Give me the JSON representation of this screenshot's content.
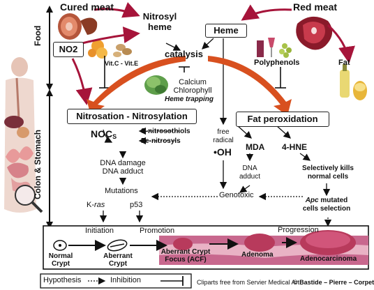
{
  "side_labels": {
    "food": "Food",
    "colon": "Colon & Stomach"
  },
  "sources": {
    "cured_meat": "Cured meat",
    "red_meat": "Red meat",
    "nitrosyl_heme": "Nitrosyl\nheme",
    "heme": "Heme",
    "no2": "NO2",
    "vitamins": "Vit.C - Vit.E",
    "polyphenols": "Polyphenols",
    "fat": "Fat"
  },
  "catalysis": {
    "label": "catalysis",
    "inhibitor": "Calcium\nChlorophyll",
    "inhibitor_note": "Heme trapping"
  },
  "nitrosation": {
    "title": "Nitrosation - Nitrosylation",
    "noc": "NOC",
    "noc_sub": "S",
    "s_nitrosothiols": "S-nitrosothiols",
    "fe_nitrosyls": "Fe-nitrosyls",
    "dna_damage": "DNA damage\nDNA adduct",
    "mutations": "Mutations",
    "kras_k": "K-",
    "kras_ras": "ras",
    "p53": "p53"
  },
  "free_radical": {
    "label": "free\nradical",
    "oh": "•OH",
    "genotoxic": "Genotoxic"
  },
  "fat_peroxidation": {
    "title": "Fat peroxidation",
    "mda": "MDA",
    "hne": "4-HNE",
    "dna_adduct": "DNA\nadduct",
    "selective": "Selectively kills\nnormal cells",
    "apc_selection_apc": "Apc",
    "apc_selection_rest": " mutated\ncells selection"
  },
  "progression": {
    "initiation": "Initiation",
    "promotion": "Promotion",
    "progression": "Progression",
    "normal_crypt": "Normal\nCrypt",
    "aberrant_crypt": "Aberrant\nCrypt",
    "acf": "Aberrant Crypt\nFocus (ACF)",
    "adenoma": "Adenoma",
    "adenocarcinoma": "Adenocarcinoma"
  },
  "legend": {
    "hypothesis": "Hypothesis",
    "inhibition": "Inhibition"
  },
  "credits": {
    "prefix": "Cliparts free from Servier Medical Art.",
    "copyright": "© Bastide – Pierre – Corpet 2011"
  },
  "colors": {
    "dark_red": "#a6143a",
    "orange": "#d8501f",
    "tissue_pink": "#c8688e",
    "mucosa_red": "#b83a5c"
  }
}
